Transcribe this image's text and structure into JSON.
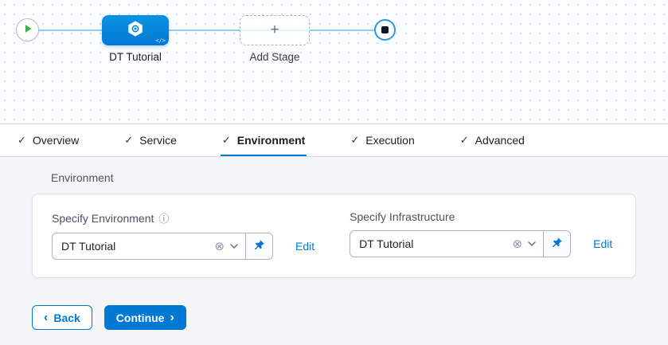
{
  "colors": {
    "accent": "#0278d5",
    "canvas_line": "#8fcdef",
    "success_green": "#3fae49",
    "panel_background": "#f4f5f9",
    "node_dark_square": "#07182b"
  },
  "icons": {
    "check": "✓",
    "info": "ⓘ",
    "clear": "⊗",
    "plus": "+",
    "code": "</>",
    "back_chevron": "‹",
    "forward_chevron": "›"
  },
  "canvas": {
    "stage_label": "DT Tutorial",
    "add_stage_label": "Add Stage"
  },
  "tabs": [
    {
      "label": "Overview"
    },
    {
      "label": "Service"
    },
    {
      "label": "Environment"
    },
    {
      "label": "Execution"
    },
    {
      "label": "Advanced"
    }
  ],
  "content": {
    "section_title": "Environment",
    "fields": [
      {
        "label": "Specify Environment",
        "value": "DT Tutorial",
        "edit": "Edit"
      },
      {
        "label": "Specify Infrastructure",
        "value": "DT Tutorial",
        "edit": "Edit"
      }
    ]
  },
  "footer": {
    "back": "Back",
    "continue": "Continue"
  }
}
